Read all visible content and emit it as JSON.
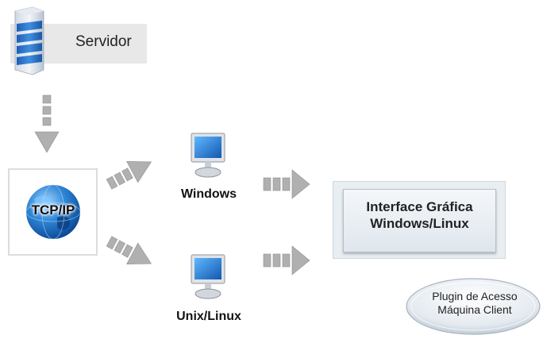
{
  "server": {
    "label": "Servidor"
  },
  "tcpip": {
    "label": "TCP/IP"
  },
  "windows_pc": {
    "label": "Windows"
  },
  "unix_pc": {
    "label": "Unix/Linux"
  },
  "interface": {
    "line1": "Interface Gráfica",
    "line2": "Windows/Linux"
  },
  "plugin": {
    "line1": "Plugin de Acesso",
    "line2": "Máquina Client"
  },
  "colors": {
    "server_blue": "#2f72c8",
    "arrow_gray": "#b0b0b0",
    "pc_screen": "#1f7fd0",
    "globe": "#1a6fc4"
  }
}
